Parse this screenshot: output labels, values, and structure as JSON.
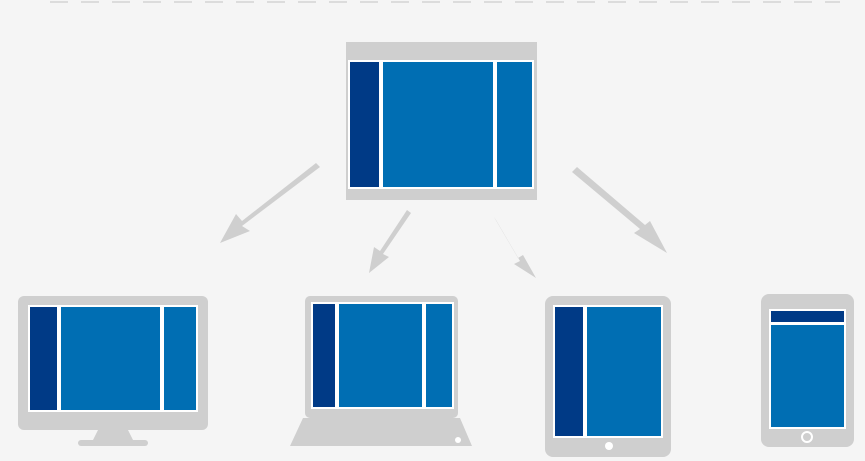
{
  "diagram": {
    "kind": "responsive-layout-adaptation",
    "source_layout": {
      "icon": "browser-window-icon",
      "columns": [
        "left-sidebar",
        "main-content",
        "right-sidebar"
      ]
    },
    "targets": [
      {
        "device": "desktop-monitor",
        "icon": "monitor-icon",
        "columns": [
          "left-sidebar",
          "main-content",
          "right-sidebar"
        ]
      },
      {
        "device": "laptop",
        "icon": "laptop-icon",
        "columns": [
          "left-sidebar",
          "main-content",
          "right-sidebar"
        ]
      },
      {
        "device": "tablet",
        "icon": "tablet-icon",
        "columns": [
          "left-sidebar",
          "main-content"
        ]
      },
      {
        "device": "smartphone",
        "icon": "smartphone-icon",
        "columns": [
          "header-bar",
          "main-content"
        ]
      }
    ],
    "arrows": 4
  },
  "colors": {
    "background": "#f5f5f5",
    "device_frame": "#cfcfcf",
    "arrow": "#cfcfcf",
    "sidebar_dark": "#003a86",
    "content_blue": "#006eb3",
    "screen_border": "#ffffff",
    "top_dashes": "#dcdcdc"
  }
}
